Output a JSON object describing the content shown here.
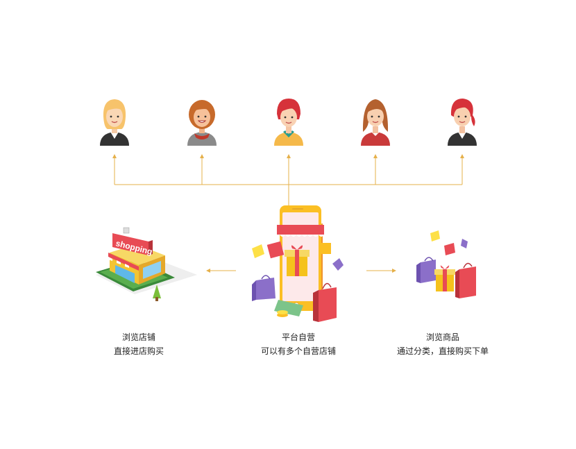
{
  "colors": {
    "connector": "#e5b04a",
    "accent_red": "#e84b55",
    "accent_yellow": "#f5c21c",
    "accent_purple": "#8b6fc9",
    "text": "#222222"
  },
  "avatars": [
    {
      "name": "user-1",
      "hair": "#f7c36b",
      "shirt": "#333333"
    },
    {
      "name": "user-2",
      "hair": "#c76a2b",
      "shirt": "#8a8a8a"
    },
    {
      "name": "user-3",
      "hair": "#d6323a",
      "shirt": "#f5b94a"
    },
    {
      "name": "user-4",
      "hair": "#b4612f",
      "shirt": "#c93a3a"
    },
    {
      "name": "user-5",
      "hair": "#d6323a",
      "shirt": "#333333"
    }
  ],
  "left": {
    "sign": "shopping",
    "line1": "浏览店铺",
    "line2": "直接进店购买"
  },
  "center": {
    "line1": "平台自营",
    "line2": "可以有多个自营店铺"
  },
  "right": {
    "line1": "浏览商品",
    "line2": "通过分类，直接购买下单"
  }
}
